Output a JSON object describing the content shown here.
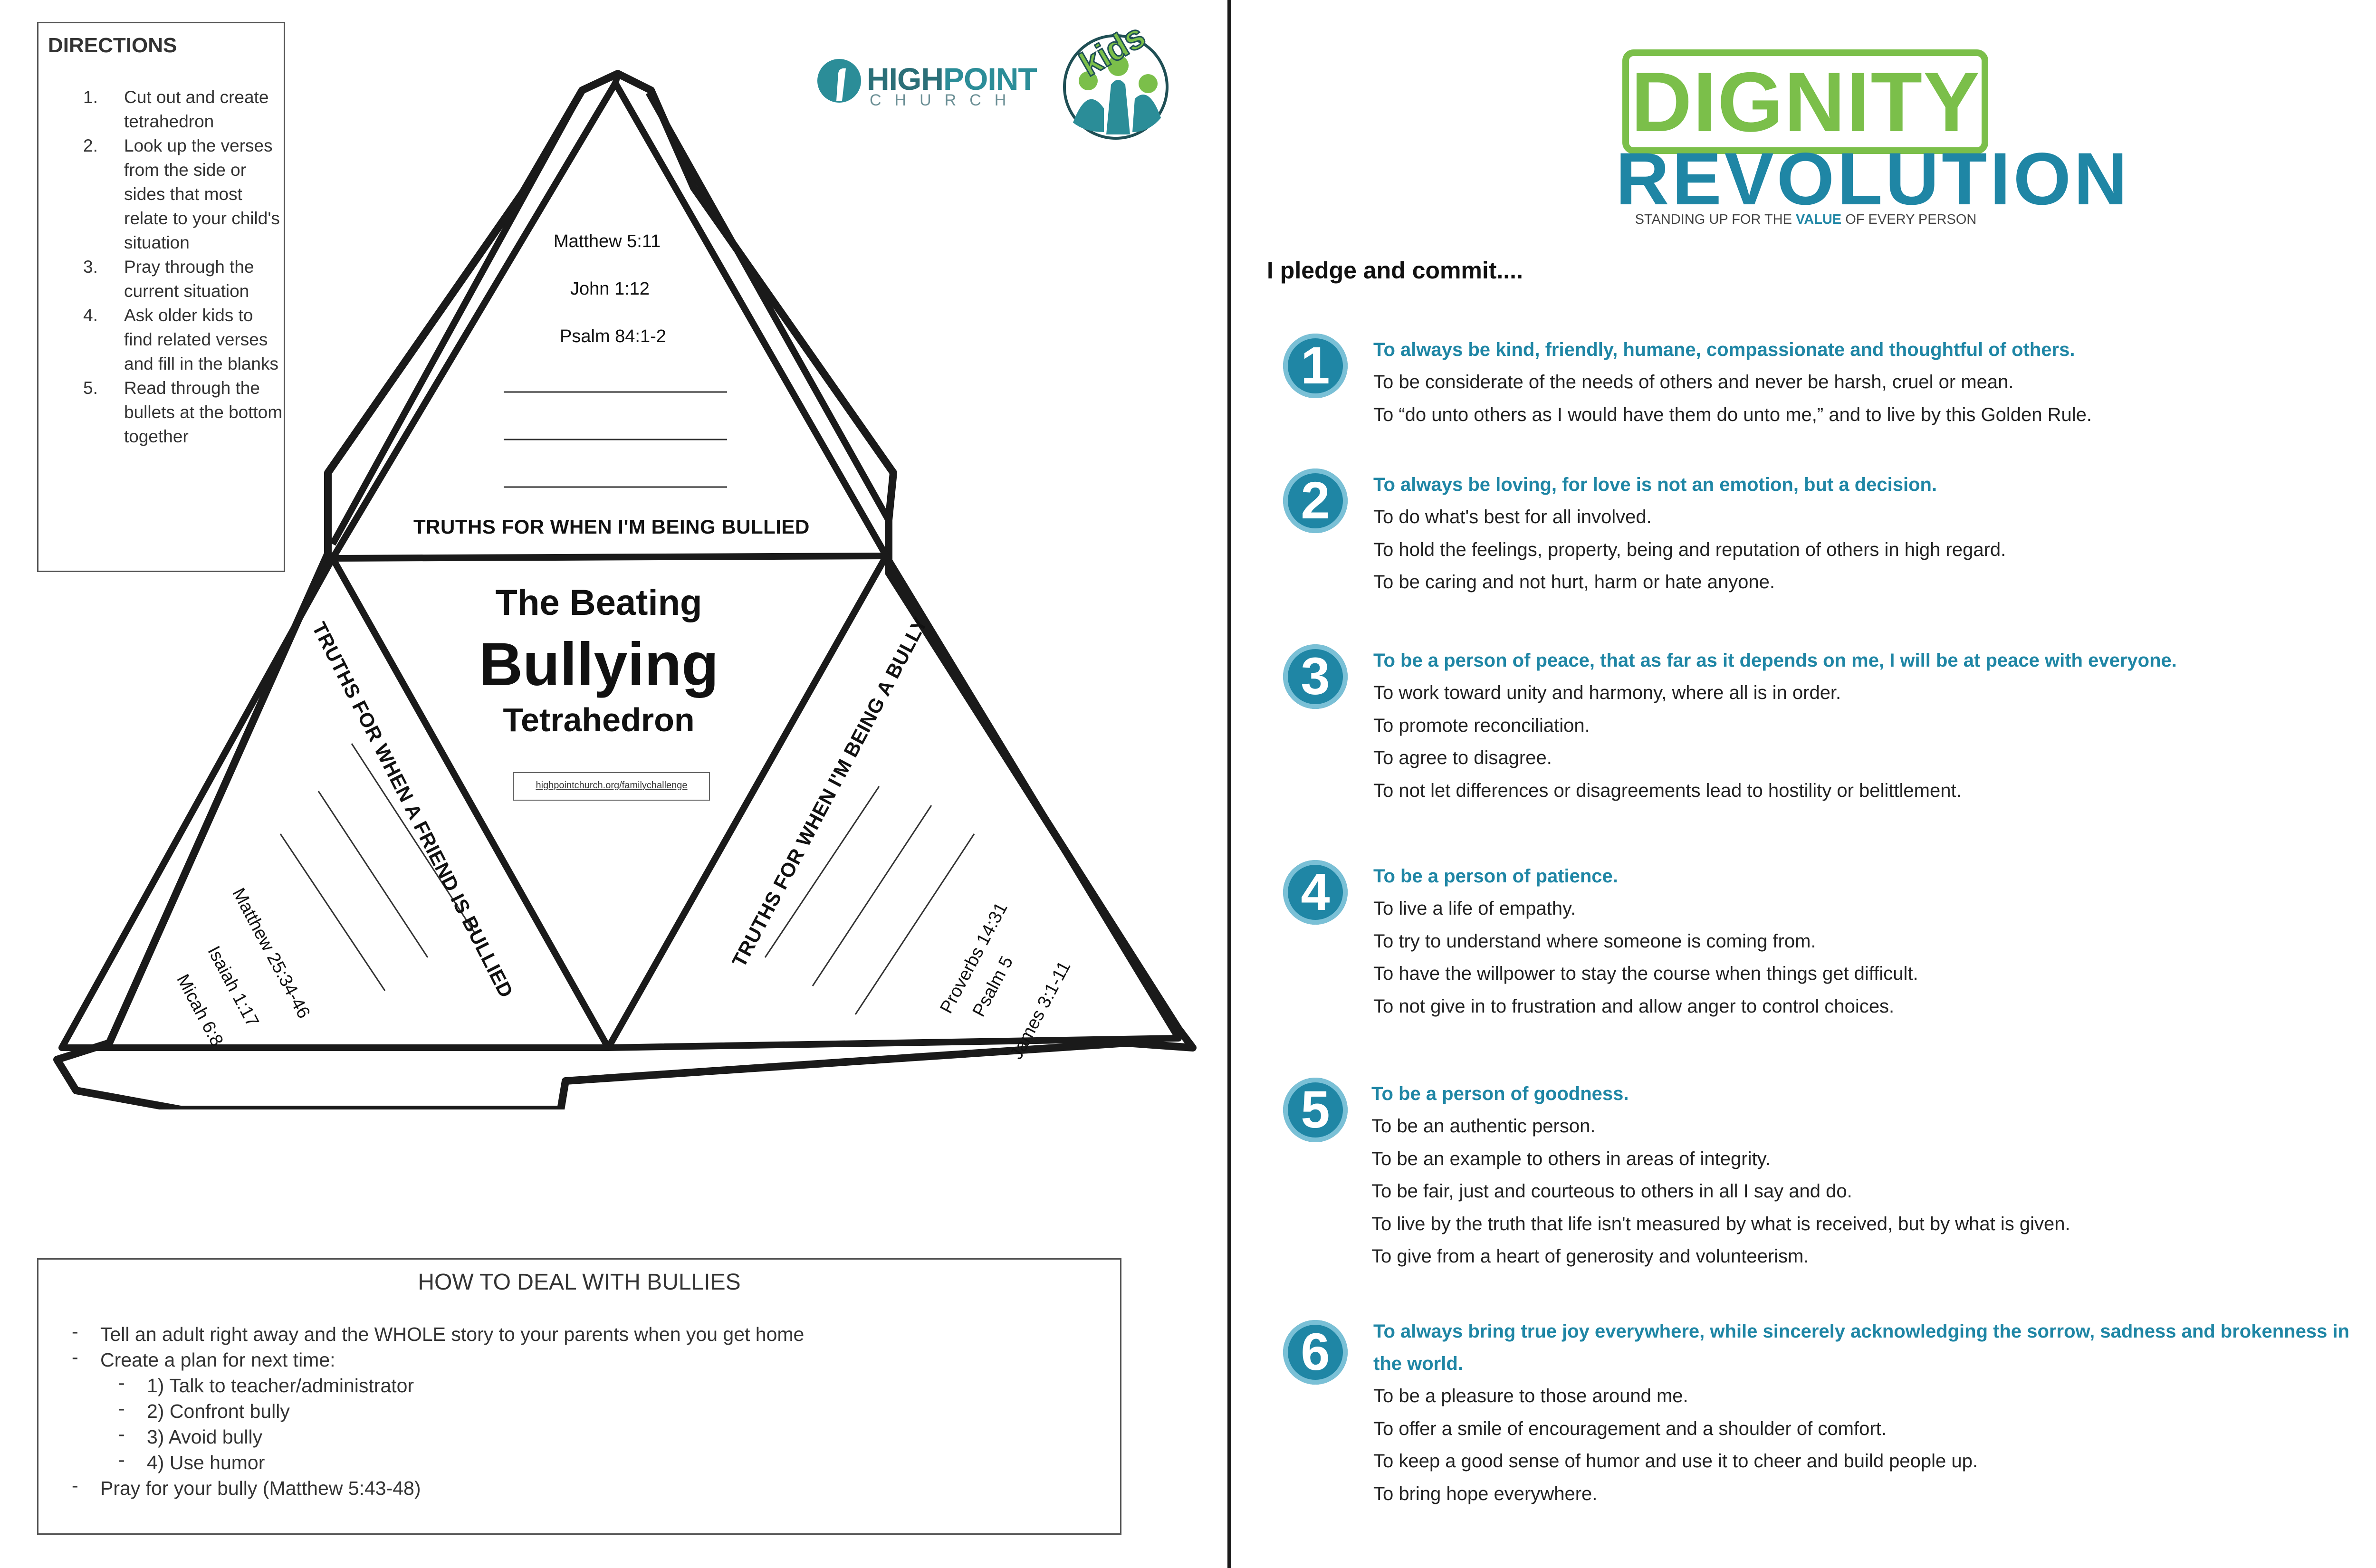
{
  "directions": {
    "title": "DIRECTIONS",
    "items": [
      {
        "num": "1.",
        "text": "Cut out and create tetrahedron"
      },
      {
        "num": "2.",
        "text": "Look up the verses from the side or sides that most relate to your child's situation"
      },
      {
        "num": "3.",
        "text": "Pray through the current situation"
      },
      {
        "num": "4.",
        "text": "Ask older kids to find related verses and fill in the blanks"
      },
      {
        "num": "5.",
        "text": "Read through the bullets at the bottom together"
      }
    ]
  },
  "tetrahedron": {
    "top_face": {
      "verses": [
        "Matthew 5:11",
        "John 1:12",
        "Psalm 84:1-2"
      ],
      "truth": "TRUTHS FOR WHEN I'M BEING BULLIED"
    },
    "center": {
      "line1": "The Beating",
      "line2": "Bullying",
      "line3": "Tetrahedron",
      "url": "highpointchurch.org/familychallenge"
    },
    "left_face": {
      "verses": [
        "Matthew 25:34-46",
        "Isaiah 1:17",
        "Micah 6:8"
      ],
      "truth": "TRUTHS FOR WHEN A FRIEND IS BULLIED"
    },
    "right_face": {
      "verses": [
        "Proverbs 14:31",
        "Psalm 5",
        "James 3:1-11"
      ],
      "truth": "TRUTHS FOR WHEN I'M BEING A BULLY"
    }
  },
  "highpoint_logo": {
    "name_dark": "HIGH",
    "name_light": "POINT",
    "sub": "CHURCH",
    "kids": "kids"
  },
  "dignity_logo": {
    "line1": "DIGNITY",
    "line2": "REVOLUTION",
    "tag_pre": "STANDING UP FOR THE ",
    "tag_bold": "VALUE",
    "tag_post": " OF EVERY PERSON"
  },
  "pledge": {
    "heading": "I pledge and commit....",
    "items": [
      {
        "num": "1",
        "head": "To always be kind, friendly, humane, compassionate and thoughtful of others.",
        "lines": [
          "To be considerate of the needs of others and never be harsh, cruel or mean.",
          "To “do unto others as I would have them do unto me,” and to live by this Golden Rule."
        ]
      },
      {
        "num": "2",
        "head": "To always be loving, for love is not an emotion, but a decision.",
        "lines": [
          "To do what's best for all involved.",
          "To hold the feelings, property, being and reputation of others in high regard.",
          "To be caring and not hurt, harm or hate anyone."
        ]
      },
      {
        "num": "3",
        "head": "To be a person of peace, that as far as it depends on me, I will be at peace with everyone.",
        "lines": [
          "To work toward unity and harmony, where all is in order.",
          "To promote reconciliation.",
          "To agree to disagree.",
          "To not let differences or disagreements lead to hostility or belittlement."
        ]
      },
      {
        "num": "4",
        "head": "To be a person of patience.",
        "lines": [
          "To live a life of empathy.",
          "To try to understand where someone is coming from.",
          "To have the willpower to stay the course when things get difficult.",
          "To not give in to frustration and allow anger to control choices."
        ]
      },
      {
        "num": "5",
        "head": "To be a person of goodness.",
        "lines": [
          "To be an authentic person.",
          "To be an example to others in areas of integrity.",
          "To be fair, just and courteous to others in all I say and do.",
          "To live by the truth that life isn't measured by what is received, but by what is given.",
          "To give from a heart of generosity and volunteerism."
        ]
      },
      {
        "num": "6",
        "head": "To always bring true joy everywhere, while sincerely acknowledging the sorrow, sadness and brokenness in the world.",
        "lines": [
          "To be a pleasure to those around me.",
          "To offer a smile of encouragement and a shoulder of comfort.",
          "To keep a good sense of humor and use it to cheer and build people up.",
          "To bring hope everywhere."
        ]
      }
    ]
  },
  "how_to": {
    "title": "HOW TO DEAL WITH BULLIES",
    "dash": "-",
    "items": [
      {
        "text": "Tell an adult right away and the WHOLE story to your parents when you get home",
        "sub": false
      },
      {
        "text": "Create a plan for next time:",
        "sub": false
      },
      {
        "text": "1) Talk to teacher/administrator",
        "sub": true
      },
      {
        "text": "2) Confront bully",
        "sub": true
      },
      {
        "text": "3) Avoid bully",
        "sub": true
      },
      {
        "text": "4) Use humor",
        "sub": true
      },
      {
        "text": "Pray for your bully (Matthew 5:43-48)",
        "sub": false
      }
    ]
  }
}
